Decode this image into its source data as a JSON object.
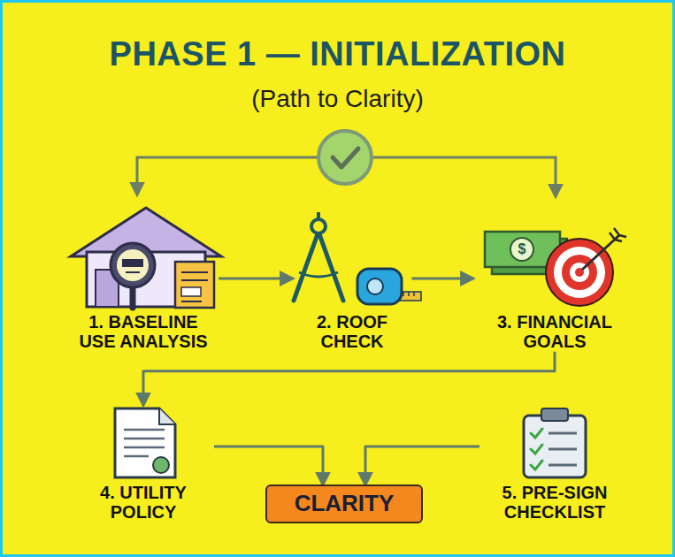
{
  "diagram": {
    "title": "PHASE 1 — INITIALIZATION",
    "nodes": [
      {
        "text": [
          "1. BASELINE USE ANALYSIS"
        ]
      },
      {
        "text": [
          "2. ROOF CHECK"
        ]
      },
      {
        "text": [
          "3. FINANCIAL GOALS"
        ]
      },
      {
        "text": [
          "4. UTILITY POLICY"
        ]
      },
      {
        "text": [
          "CLARITY"
        ]
      },
      {
        "text": [
          "5. PRE-SIGN CHECKLIST"
        ]
      }
    ],
    "edges": [
      {
        "from": 0,
        "to": 1,
        "arrow": "to"
      },
      {
        "from": 1,
        "to": 2,
        "arrow": "to"
      },
      {
        "from": 2,
        "to": 3,
        "arrow": "to"
      },
      {
        "from": 3,
        "to": 4,
        "arrow": "to"
      },
      {
        "from": 5,
        "to": 4,
        "arrow": "to"
      }
    ],
    "labels": [
      "(Path to Clarity)",
      "$"
    ]
  }
}
